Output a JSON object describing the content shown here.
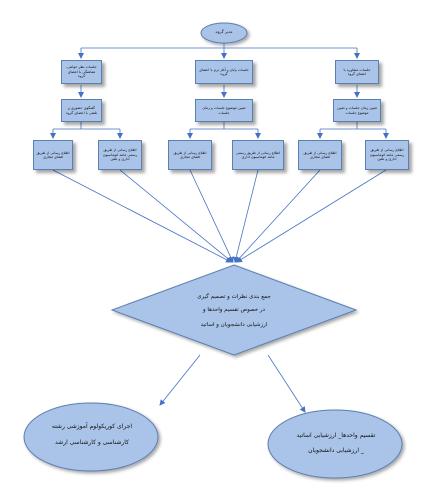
{
  "root": {
    "label": "مدیر گروه"
  },
  "level1": [
    {
      "label": "جلسات مشاوره با اعضای گروه"
    },
    {
      "label": "جلسات پایان و آغاز ترم با اعضای گروه"
    },
    {
      "label": "جلسات نظر خواهی، هماهنگی با اعضای گروه"
    }
  ],
  "level2": [
    {
      "label": "تعیین زمان جلسات و تعیین موضوع جلسات"
    },
    {
      "label": "تعیین موضوع جلسات و زمان جلسات"
    },
    {
      "label": "گفتگوی حضوری و تلفنی با اعضای گروه"
    }
  ],
  "level3": [
    {
      "label": "اطلاع رسانی از طریق رسمی مانند اتوماسیون اداری و تلفن"
    },
    {
      "label": "اطلاع رسانی از طریق فضای مجازی"
    },
    {
      "label": "اطلاع رسانی از طریق رسمی مانند اتوماسیون اداری"
    },
    {
      "label": "اطلاع رسانی از طریق فضای مجازی"
    },
    {
      "label": "اطلاع رسانی از طریق رسمی مانند اتوماسیون اداری و تلفن"
    },
    {
      "label": "اطلاع رسانی از طریق فضای مجازی"
    }
  ],
  "decision": {
    "line1": "جمع بندی نظرات و تصمیم گیری",
    "line2": "در خصوص تقسیم واحدها و",
    "line3": "ارزشیابی دانشجویان و اساتید"
  },
  "outcome_left": {
    "line1": "اجرای کوریکولوم آموزشی رشته",
    "line2": "کارشناسی و کارشناسی ارشد"
  },
  "outcome_right": {
    "line1": "تقسیم واحدها_ ارزشیابی اساتید",
    "line2": "_ ارزشیابی دانشجویان"
  },
  "colors": {
    "fill": "#a9c4e8",
    "stroke": "#5b7fae",
    "connector": "#4472c4"
  }
}
